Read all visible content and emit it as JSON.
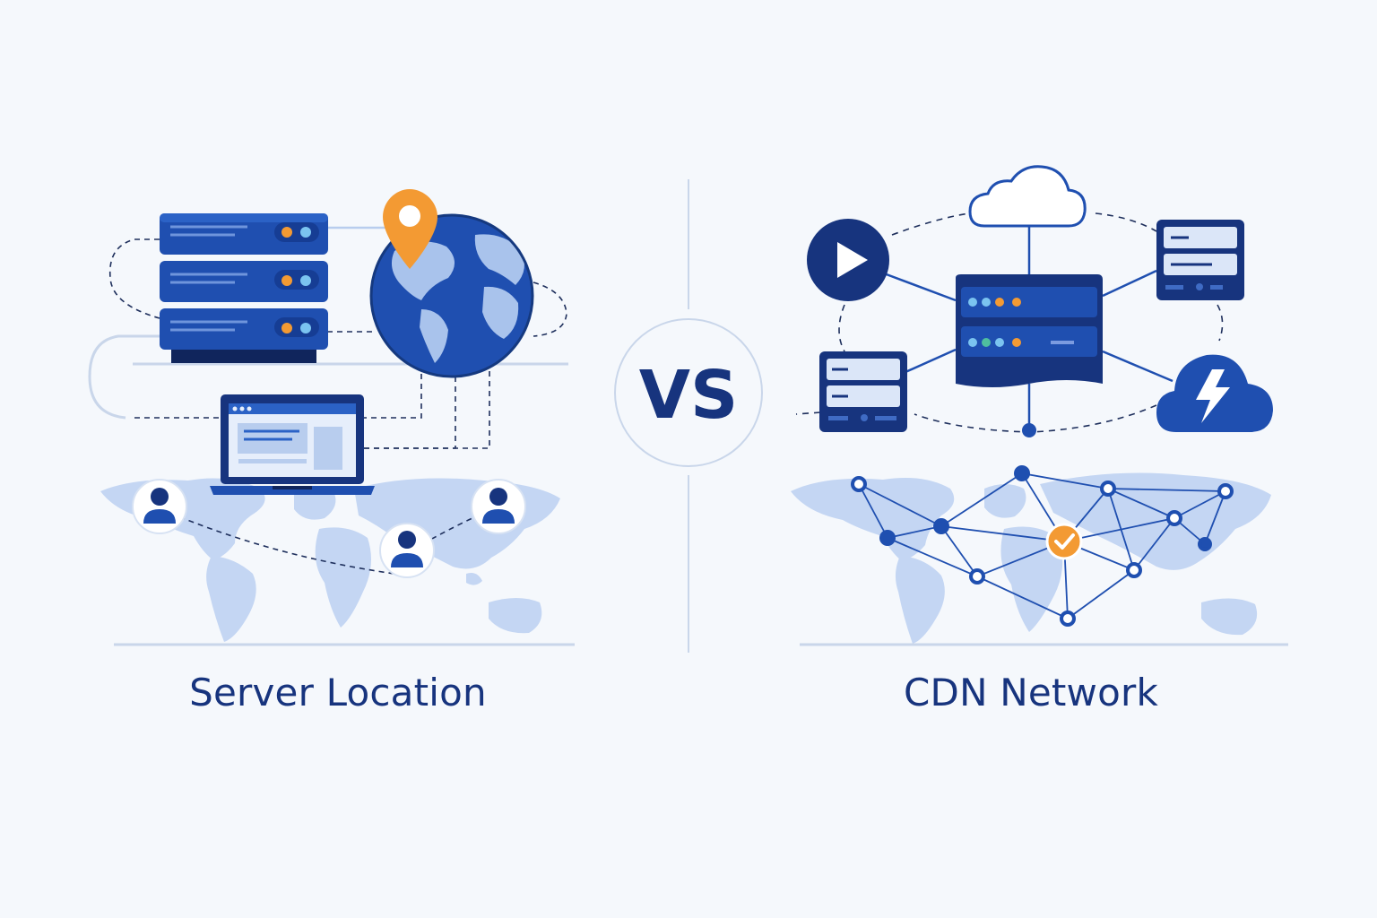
{
  "vs_label": "VS",
  "left_panel": {
    "caption": "Server Location"
  },
  "right_panel": {
    "caption": "CDN Network"
  },
  "colors": {
    "navy": "#17347e",
    "blue": "#1f4fb0",
    "light_blue": "#a9c3ec",
    "map": "#c4d6f3",
    "accent_orange": "#f39a33",
    "background": "#f5f8fc"
  },
  "icons": [
    "server-rack-icon",
    "globe-icon",
    "location-pin-icon",
    "laptop-icon",
    "user-icon",
    "play-icon",
    "cloud-icon",
    "server-icon",
    "lightning-cloud-icon",
    "check-badge-icon"
  ]
}
